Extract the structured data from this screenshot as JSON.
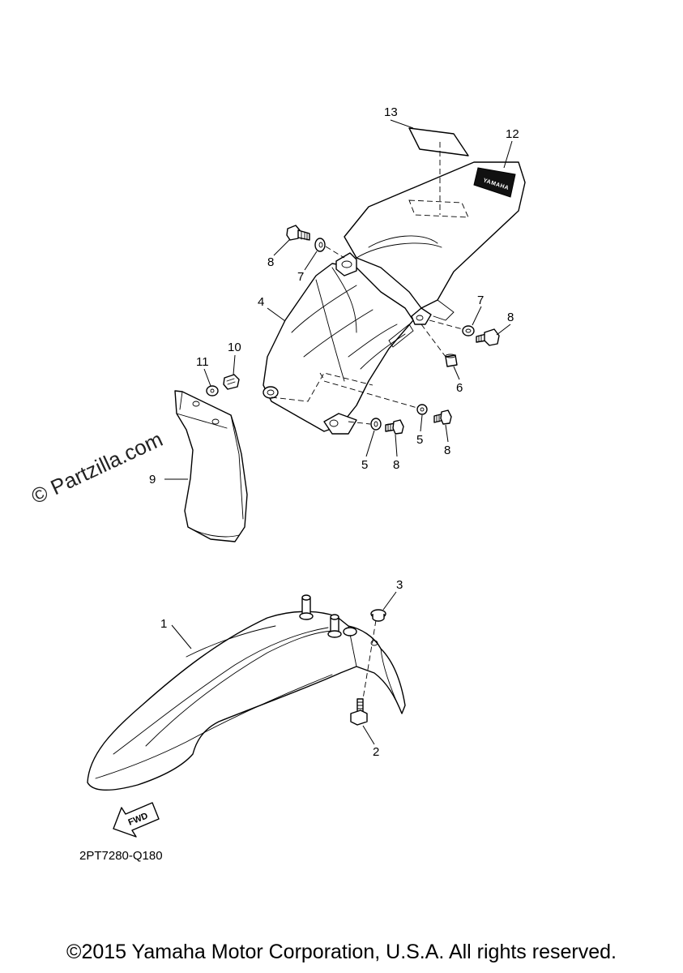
{
  "diagram": {
    "figure_code": "2PT7280-Q180",
    "fwd_label": "FWD",
    "decal_label": "YAMAHA",
    "watermark": "© Partzilla.com",
    "callouts": [
      {
        "id": "c1",
        "text": "1"
      },
      {
        "id": "c2",
        "text": "2"
      },
      {
        "id": "c3",
        "text": "3"
      },
      {
        "id": "c4",
        "text": "4"
      },
      {
        "id": "c5a",
        "text": "5"
      },
      {
        "id": "c5b",
        "text": "5"
      },
      {
        "id": "c6",
        "text": "6"
      },
      {
        "id": "c7a",
        "text": "7"
      },
      {
        "id": "c7b",
        "text": "7"
      },
      {
        "id": "c8a",
        "text": "8"
      },
      {
        "id": "c8b",
        "text": "8"
      },
      {
        "id": "c8c",
        "text": "8"
      },
      {
        "id": "c8d",
        "text": "8"
      },
      {
        "id": "c9",
        "text": "9"
      },
      {
        "id": "c10",
        "text": "10"
      },
      {
        "id": "c11",
        "text": "11"
      },
      {
        "id": "c12",
        "text": "12"
      },
      {
        "id": "c13",
        "text": "13"
      }
    ]
  },
  "footer": {
    "copyright": "©2015 Yamaha Motor Corporation, U.S.A. All rights reserved."
  }
}
